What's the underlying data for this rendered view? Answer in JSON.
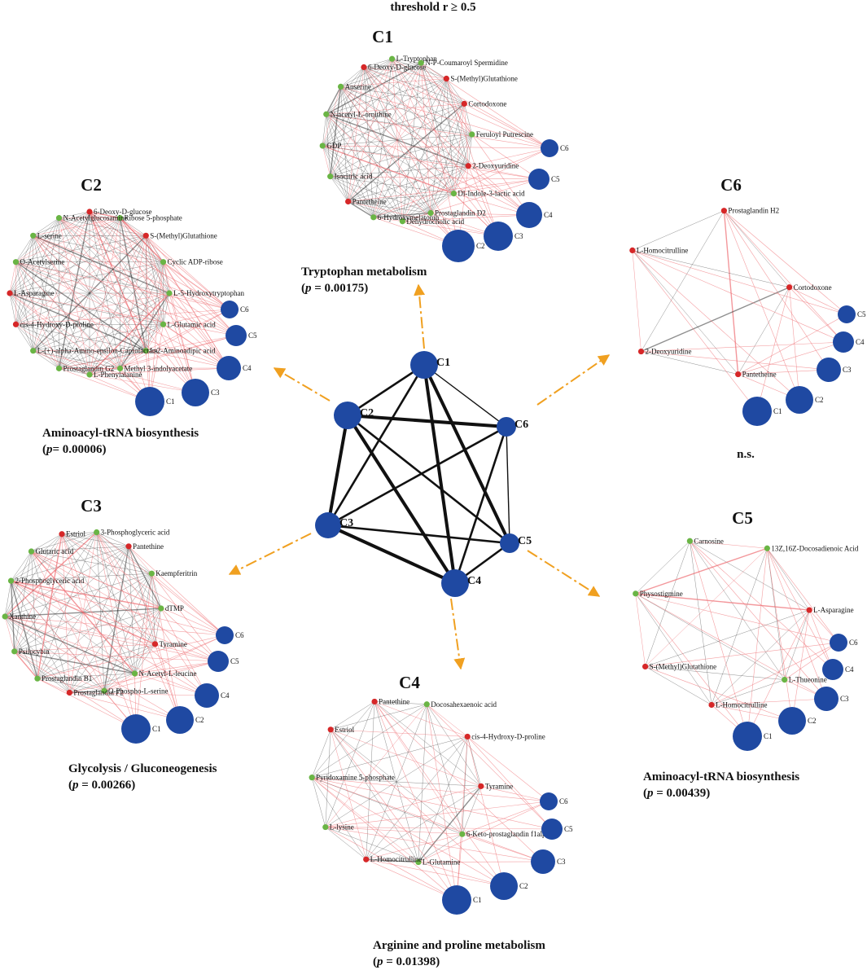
{
  "header": "threshold r ≥ 0.5",
  "colors": {
    "red": "#d62728",
    "green": "#6ab545",
    "blue": "#1f49a2",
    "arrow": "#f0a020",
    "edge_dark": "#333333",
    "edge_pink": "#ee6b70"
  },
  "modules": [
    {
      "id": "C1",
      "title": "C1",
      "caption1": "Tryptophan metabolism",
      "p_prefix": "p",
      "p_rest": " = 0.00175)",
      "nodes": [
        {
          "label": "L-Tryptophan",
          "color": "green"
        },
        {
          "label": "N-P-Coumaroyl Spermidine",
          "color": "green"
        },
        {
          "label": "S-(Methyl)Glutathione",
          "color": "red"
        },
        {
          "label": "Cortodoxone",
          "color": "red"
        },
        {
          "label": "Feruloyl Putrescine",
          "color": "green"
        },
        {
          "label": "2-Deoxyuridine",
          "color": "red"
        },
        {
          "label": "Dl-Indole-3-lactic acid",
          "color": "green"
        },
        {
          "label": "Prostaglandin D2",
          "color": "green"
        },
        {
          "label": "Dehydrocholic acid",
          "color": "green"
        },
        {
          "label": "6-Hydroxymelatonin",
          "color": "green"
        },
        {
          "label": "Pantetheine",
          "color": "red"
        },
        {
          "label": "Isocitric acid",
          "color": "green"
        },
        {
          "label": "GDP",
          "color": "green"
        },
        {
          "label": "N-acetyl-L-ornithine",
          "color": "green"
        },
        {
          "label": "Anserine",
          "color": "green"
        },
        {
          "label": "6-Deoxy-D-glucose",
          "color": "red"
        }
      ],
      "others": [
        "C6",
        "C5",
        "C4",
        "C3",
        "C2"
      ]
    },
    {
      "id": "C2",
      "title": "C2",
      "caption1": "Aminoacyl-tRNA biosynthesis",
      "p_prefix": "p",
      "p_rest": "= 0.00006)",
      "nodes": [
        {
          "label": "6-Deoxy-D-glucose",
          "color": "red"
        },
        {
          "label": "Ribose 5-phosphate",
          "color": "green"
        },
        {
          "label": "S-(Methyl)Glutathione",
          "color": "red"
        },
        {
          "label": "Cyclic ADP-ribose",
          "color": "green"
        },
        {
          "label": "L-5-Hydroxytryptophan",
          "color": "green"
        },
        {
          "label": "L-Glutamic acid",
          "color": "green"
        },
        {
          "label": "L-2-Aminoadipic acid",
          "color": "green"
        },
        {
          "label": "Methyl 3-indolyacetate",
          "color": "green"
        },
        {
          "label": "L-Phenylalanine",
          "color": "green"
        },
        {
          "label": "Prostaglandin G2",
          "color": "green"
        },
        {
          "label": "L-(+)-alpha-Amino-epsilon-Caprolactam",
          "color": "green"
        },
        {
          "label": "cis-4-Hydroxy-D-proline",
          "color": "red"
        },
        {
          "label": "L-Asparagine",
          "color": "red"
        },
        {
          "label": "O-Acetylserine",
          "color": "green"
        },
        {
          "label": "L-serine",
          "color": "green"
        },
        {
          "label": "N-Acetylglucosamine",
          "color": "green"
        }
      ],
      "others": [
        "C6",
        "C5",
        "C4",
        "C3",
        "C1"
      ]
    },
    {
      "id": "C3",
      "title": "C3",
      "caption1": "Glycolysis / Gluconeogenesis",
      "p_prefix": "p",
      "p_rest": " = 0.00266)",
      "nodes": [
        {
          "label": "3-Phosphoglyceric acid",
          "color": "green"
        },
        {
          "label": "Pantethine",
          "color": "red"
        },
        {
          "label": "Kaempferitrin",
          "color": "green"
        },
        {
          "label": "dTMP",
          "color": "green"
        },
        {
          "label": "Tyramine",
          "color": "red"
        },
        {
          "label": "N-Acetyl-L-leucine",
          "color": "green"
        },
        {
          "label": "O-Phospho-L-serine",
          "color": "green"
        },
        {
          "label": "Prostaglandin F2",
          "color": "red"
        },
        {
          "label": "Prostaglandin B1",
          "color": "green"
        },
        {
          "label": "Psilocybin",
          "color": "green"
        },
        {
          "label": "Xanthine",
          "color": "green"
        },
        {
          "label": "2-Phosphoglyceric acid",
          "color": "green"
        },
        {
          "label": "Glutaric acid",
          "color": "green"
        },
        {
          "label": "Estriol",
          "color": "red"
        }
      ],
      "others": [
        "C6",
        "C5",
        "C4",
        "C2",
        "C1"
      ]
    },
    {
      "id": "C4",
      "title": "C4",
      "caption1": "Arginine and proline metabolism",
      "p_prefix": "p",
      "p_rest": " = 0.01398)",
      "nodes": [
        {
          "label": "Pantethine",
          "color": "red"
        },
        {
          "label": "Docosahexaenoic acid",
          "color": "green"
        },
        {
          "label": "cis-4-Hydroxy-D-proline",
          "color": "red"
        },
        {
          "label": "Tyramine",
          "color": "red"
        },
        {
          "label": "6-Keto-prostaglandin f1alpha",
          "color": "green"
        },
        {
          "label": "L-Glutamine",
          "color": "green"
        },
        {
          "label": "L-Homocitrulline",
          "color": "red"
        },
        {
          "label": "L-lysine",
          "color": "green"
        },
        {
          "label": "Pyridoxamine 5-phosphate",
          "color": "green"
        },
        {
          "label": "Estriol",
          "color": "red"
        }
      ],
      "others": [
        "C6",
        "C5",
        "C3",
        "C2",
        "C1"
      ]
    },
    {
      "id": "C5",
      "title": "C5",
      "caption1": "Aminoacyl-tRNA biosynthesis",
      "p_prefix": "p",
      "p_rest": " = 0.00439)",
      "nodes": [
        {
          "label": "Carnosine",
          "color": "green"
        },
        {
          "label": "13Z,16Z-Docosadienoic Acid",
          "color": "green"
        },
        {
          "label": "L-Asparagine",
          "color": "red"
        },
        {
          "label": "L-Thueonine",
          "color": "green"
        },
        {
          "label": "L-Homocitrulline",
          "color": "red"
        },
        {
          "label": "S-(Methyl)Glutathione",
          "color": "red"
        },
        {
          "label": "Physostigmine",
          "color": "green"
        }
      ],
      "others": [
        "C6",
        "C4",
        "C3",
        "C2",
        "C1"
      ]
    },
    {
      "id": "C6",
      "title": "C6",
      "caption1": "n.s.",
      "p_prefix": "",
      "p_rest": "",
      "nodes": [
        {
          "label": "Prostaglandin H2",
          "color": "red"
        },
        {
          "label": "Cortodoxone",
          "color": "red"
        },
        {
          "label": "Pantetheine",
          "color": "red"
        },
        {
          "label": "2-Deoxyuridine",
          "color": "red"
        },
        {
          "label": "L-Homocitrulline",
          "color": "red"
        }
      ],
      "others": [
        "C5",
        "C4",
        "C3",
        "C2",
        "C1"
      ]
    }
  ],
  "meta_network": {
    "nodes": [
      "C1",
      "C2",
      "C3",
      "C4",
      "C5",
      "C6"
    ],
    "edges": [
      {
        "a": "C1",
        "b": "C2",
        "w": 2
      },
      {
        "a": "C1",
        "b": "C3",
        "w": 2
      },
      {
        "a": "C1",
        "b": "C4",
        "w": 3
      },
      {
        "a": "C1",
        "b": "C5",
        "w": 3
      },
      {
        "a": "C1",
        "b": "C6",
        "w": 1
      },
      {
        "a": "C2",
        "b": "C3",
        "w": 3
      },
      {
        "a": "C2",
        "b": "C4",
        "w": 3
      },
      {
        "a": "C2",
        "b": "C5",
        "w": 2
      },
      {
        "a": "C2",
        "b": "C6",
        "w": 3
      },
      {
        "a": "C3",
        "b": "C4",
        "w": 3
      },
      {
        "a": "C3",
        "b": "C5",
        "w": 2
      },
      {
        "a": "C3",
        "b": "C6",
        "w": 2
      },
      {
        "a": "C4",
        "b": "C5",
        "w": 2
      },
      {
        "a": "C4",
        "b": "C6",
        "w": 2
      },
      {
        "a": "C5",
        "b": "C6",
        "w": 1
      }
    ]
  }
}
